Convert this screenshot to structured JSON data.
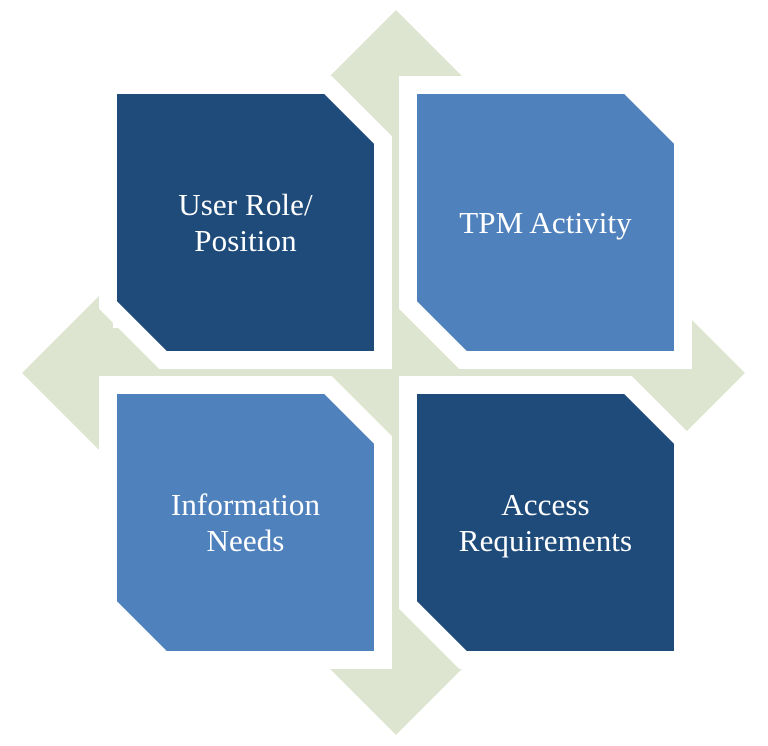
{
  "diagram": {
    "type": "four-quadrant-matrix-with-arrows",
    "title": "User Role / TPM Activity / Information Needs / Access Requirements matrix",
    "palette": {
      "dark_blue": "#1F4B7B",
      "light_blue": "#4F81BD",
      "arrow_green": "#DDE5D0",
      "outline_white": "#FFFFFF",
      "background": "#FFFFFF",
      "label_text": "#FFFFFF"
    },
    "quadrants": [
      {
        "id": "q1",
        "position": "top-left",
        "label": "User Role/\nPosition",
        "fill": "#1F4B7B",
        "icon": "octagon-shape"
      },
      {
        "id": "q2",
        "position": "top-right",
        "label": "TPM Activity",
        "fill": "#4F81BD",
        "icon": "octagon-shape"
      },
      {
        "id": "q3",
        "position": "bottom-left",
        "label": "Information\nNeeds",
        "fill": "#4F81BD",
        "icon": "octagon-shape"
      },
      {
        "id": "q4",
        "position": "bottom-right",
        "label": "Access\nRequirements",
        "fill": "#1F4B7B",
        "icon": "octagon-shape"
      }
    ],
    "arrows": [
      {
        "id": "arrow-up",
        "direction": "up",
        "icon": "arrow-up-icon",
        "color": "#DDE5D0"
      },
      {
        "id": "arrow-right",
        "direction": "right",
        "icon": "arrow-right-icon",
        "color": "#DDE5D0"
      },
      {
        "id": "arrow-down",
        "direction": "down",
        "icon": "arrow-down-icon",
        "color": "#DDE5D0"
      },
      {
        "id": "arrow-left",
        "direction": "left",
        "icon": "arrow-left-icon",
        "color": "#DDE5D0"
      }
    ]
  }
}
